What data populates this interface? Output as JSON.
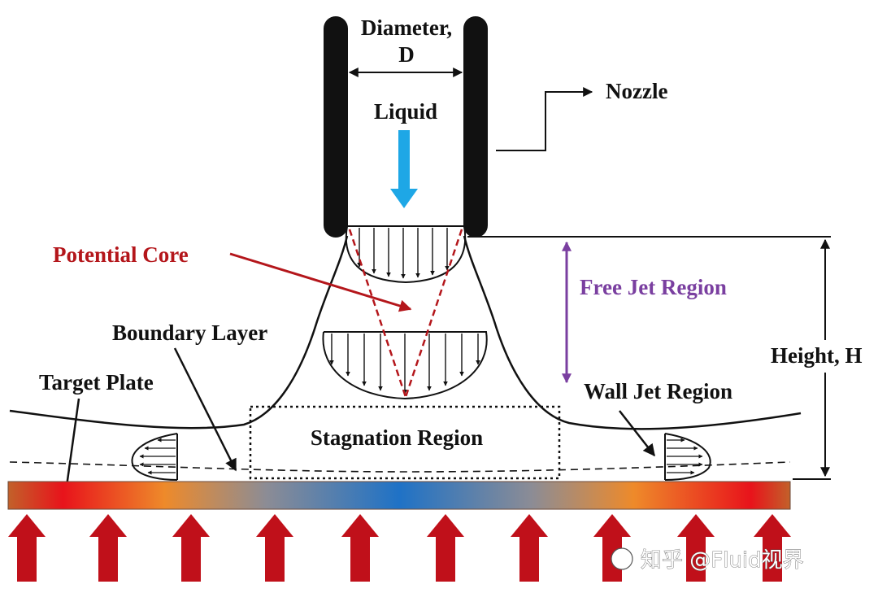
{
  "labels": {
    "diameter_line1": "Diameter,",
    "diameter_line2": "D",
    "liquid": "Liquid",
    "nozzle": "Nozzle",
    "potential_core": "Potential Core",
    "free_jet_region": "Free Jet Region",
    "boundary_layer": "Boundary Layer",
    "height": "Height, H",
    "target_plate": "Target Plate",
    "wall_jet_region": "Wall Jet Region",
    "stagnation_region": "Stagnation Region"
  },
  "watermark": "知乎 @Fluid视界",
  "colors": {
    "nozzle": "#111111",
    "liquid_arrow": "#1ea7e6",
    "potential_core": "#b4161b",
    "free_jet": "#7a3fa0",
    "heat_arrow": "#c0101a",
    "plate_hot": "#e8131b",
    "plate_mid": "#ee8a2a",
    "plate_cool": "#1f72c6"
  }
}
